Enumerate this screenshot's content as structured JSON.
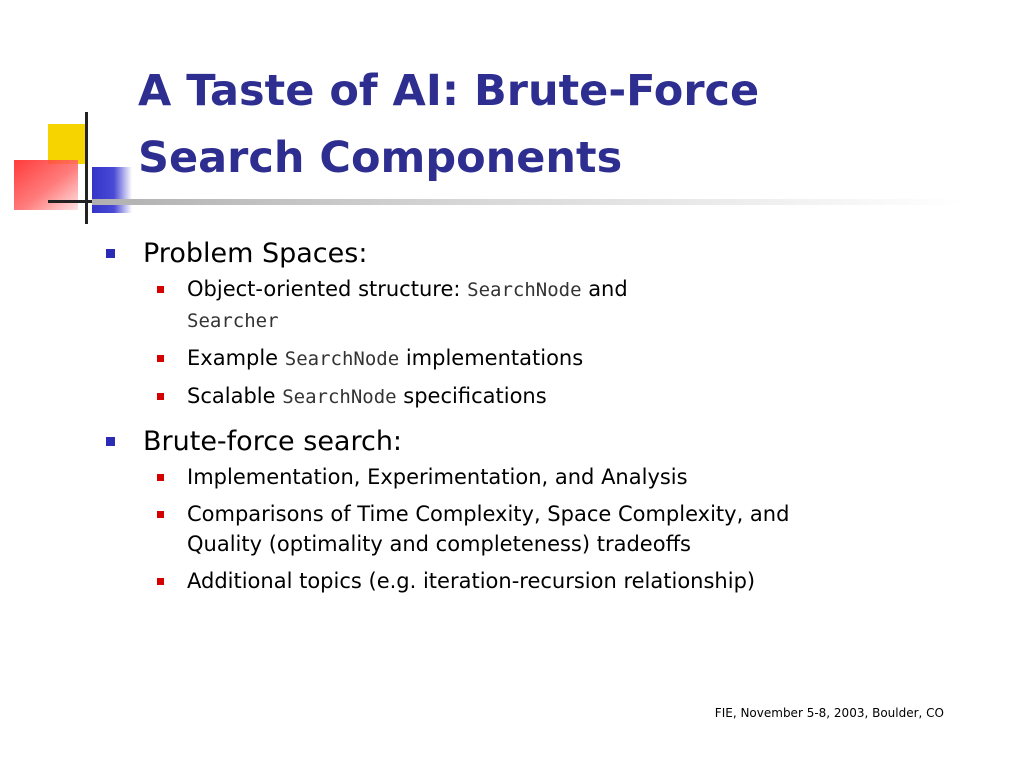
{
  "slide": {
    "title_line1": "A Taste of AI: Brute-Force",
    "title_line2": "Search Components",
    "colors": {
      "title": "#2e2e90",
      "bullet_level1": "#2b2bb5",
      "bullet_level2": "#d40000"
    },
    "bullets": [
      {
        "text": "Problem Spaces:",
        "sub": [
          {
            "prefix": "Object-oriented structure: ",
            "code1": "SearchNode",
            "middle": " and ",
            "code2": "Searcher"
          },
          {
            "prefix": "Example ",
            "code": "SearchNode",
            "suffix": " implementations"
          },
          {
            "prefix": "Scalable ",
            "code": "SearchNode",
            "suffix": " specifications"
          }
        ]
      },
      {
        "text": "Brute-force search:",
        "sub": [
          {
            "text": "Implementation, Experimentation, and Analysis"
          },
          {
            "text": "Comparisons of Time Complexity, Space Complexity, and Quality (optimality and completeness) tradeoffs"
          },
          {
            "text": "Additional topics (e.g. iteration-recursion relationship)"
          }
        ]
      }
    ],
    "footer": "FIE, November 5-8, 2003, Boulder, CO"
  }
}
